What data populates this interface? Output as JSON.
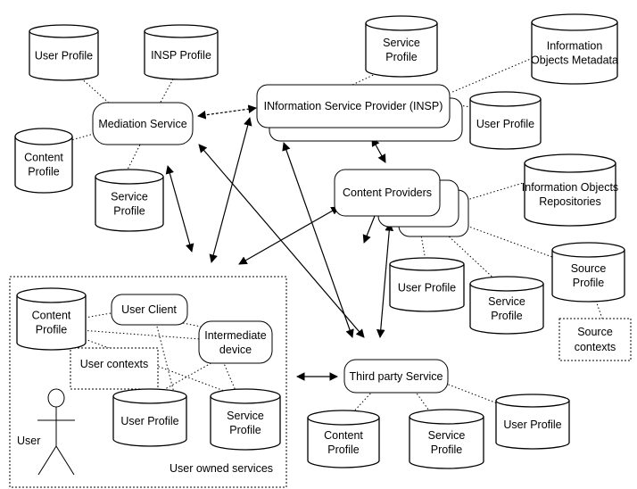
{
  "nodes": {
    "mediation_service": "Mediation Service",
    "insp": "INformation Service Provider (INSP)",
    "content_providers": "Content Providers",
    "third_party_service": "Third party Service",
    "user_client": "User Client",
    "intermediate_device": [
      "Intermediate",
      "device"
    ]
  },
  "databases": {
    "user_profile_top": [
      "User Profile"
    ],
    "insp_profile": [
      "INSP Profile"
    ],
    "content_profile_left": [
      "Content",
      "Profile"
    ],
    "service_profile_mediation": [
      "Service",
      "Profile"
    ],
    "service_profile_insp": [
      "Service",
      "Profile"
    ],
    "info_objects_metadata": [
      "Information",
      "Objects Metadata"
    ],
    "user_profile_insp": [
      "User Profile"
    ],
    "info_objects_repositories": [
      "Information Objects",
      "Repositories"
    ],
    "user_profile_cp": [
      "User Profile"
    ],
    "service_profile_cp": [
      "Service",
      "Profile"
    ],
    "source_profile": [
      "Source",
      "Profile"
    ],
    "content_profile_user": [
      "Content",
      "Profile"
    ],
    "user_profile_user": [
      "User Profile"
    ],
    "service_profile_user": [
      "Service",
      "Profile"
    ],
    "content_profile_tp": [
      "Content",
      "Profile"
    ],
    "service_profile_tp": [
      "Service",
      "Profile"
    ],
    "user_profile_tp": [
      "User Profile"
    ]
  },
  "labels": {
    "user_contexts": "User contexts",
    "source_contexts": [
      "Source",
      "contexts"
    ],
    "user": "User",
    "user_owned_services": "User owned services"
  }
}
